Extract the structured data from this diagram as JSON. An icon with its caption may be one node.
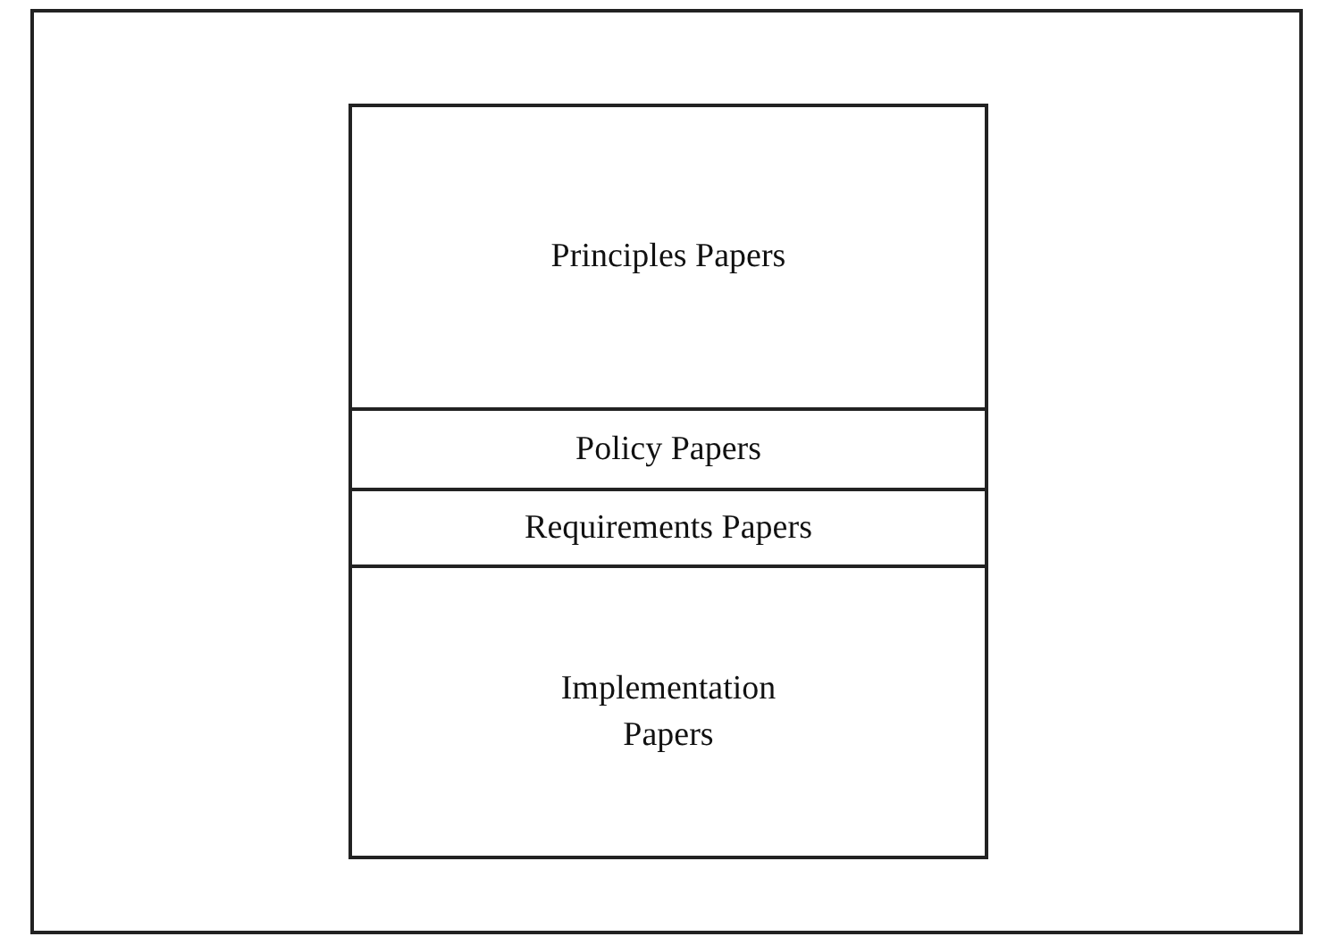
{
  "diagram": {
    "nodes": [
      {
        "text": [
          "Principles Papers"
        ]
      },
      {
        "text": [
          "Policy Papers"
        ]
      },
      {
        "text": [
          "Requirements Papers"
        ]
      },
      {
        "text": [
          "Implementation Papers"
        ]
      }
    ]
  }
}
